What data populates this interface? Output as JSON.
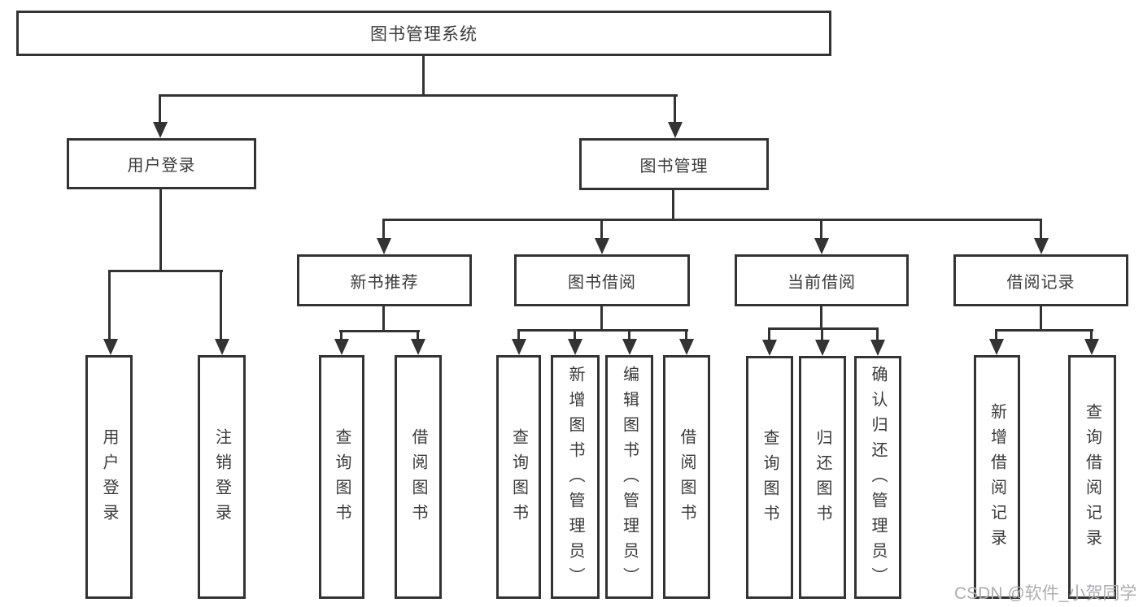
{
  "colors": {
    "line": "#333333",
    "text": "#3a3a3a",
    "watermark": "#aaadb2",
    "background": "#ffffff"
  },
  "tree": {
    "label": "图书管理系统",
    "children": [
      {
        "label": "用户登录",
        "children": [
          {
            "label": "用户登录"
          },
          {
            "label": "注销登录"
          }
        ]
      },
      {
        "label": "图书管理",
        "children": [
          {
            "label": "新书推荐",
            "children": [
              {
                "label": "查询图书"
              },
              {
                "label": "借阅图书"
              }
            ]
          },
          {
            "label": "图书借阅",
            "children": [
              {
                "label": "查询图书"
              },
              {
                "label": "新增图书（管理员）"
              },
              {
                "label": "编辑图书（管理员）"
              },
              {
                "label": "借阅图书"
              }
            ]
          },
          {
            "label": "当前借阅",
            "children": [
              {
                "label": "查询图书"
              },
              {
                "label": "归还图书"
              },
              {
                "label": "确认归还（管理员）"
              }
            ]
          },
          {
            "label": "借阅记录",
            "children": [
              {
                "label": "新增借阅记录"
              },
              {
                "label": "查询借阅记录"
              }
            ]
          }
        ]
      }
    ]
  },
  "watermark": {
    "text": "CSDN @软件_小贺同学"
  }
}
